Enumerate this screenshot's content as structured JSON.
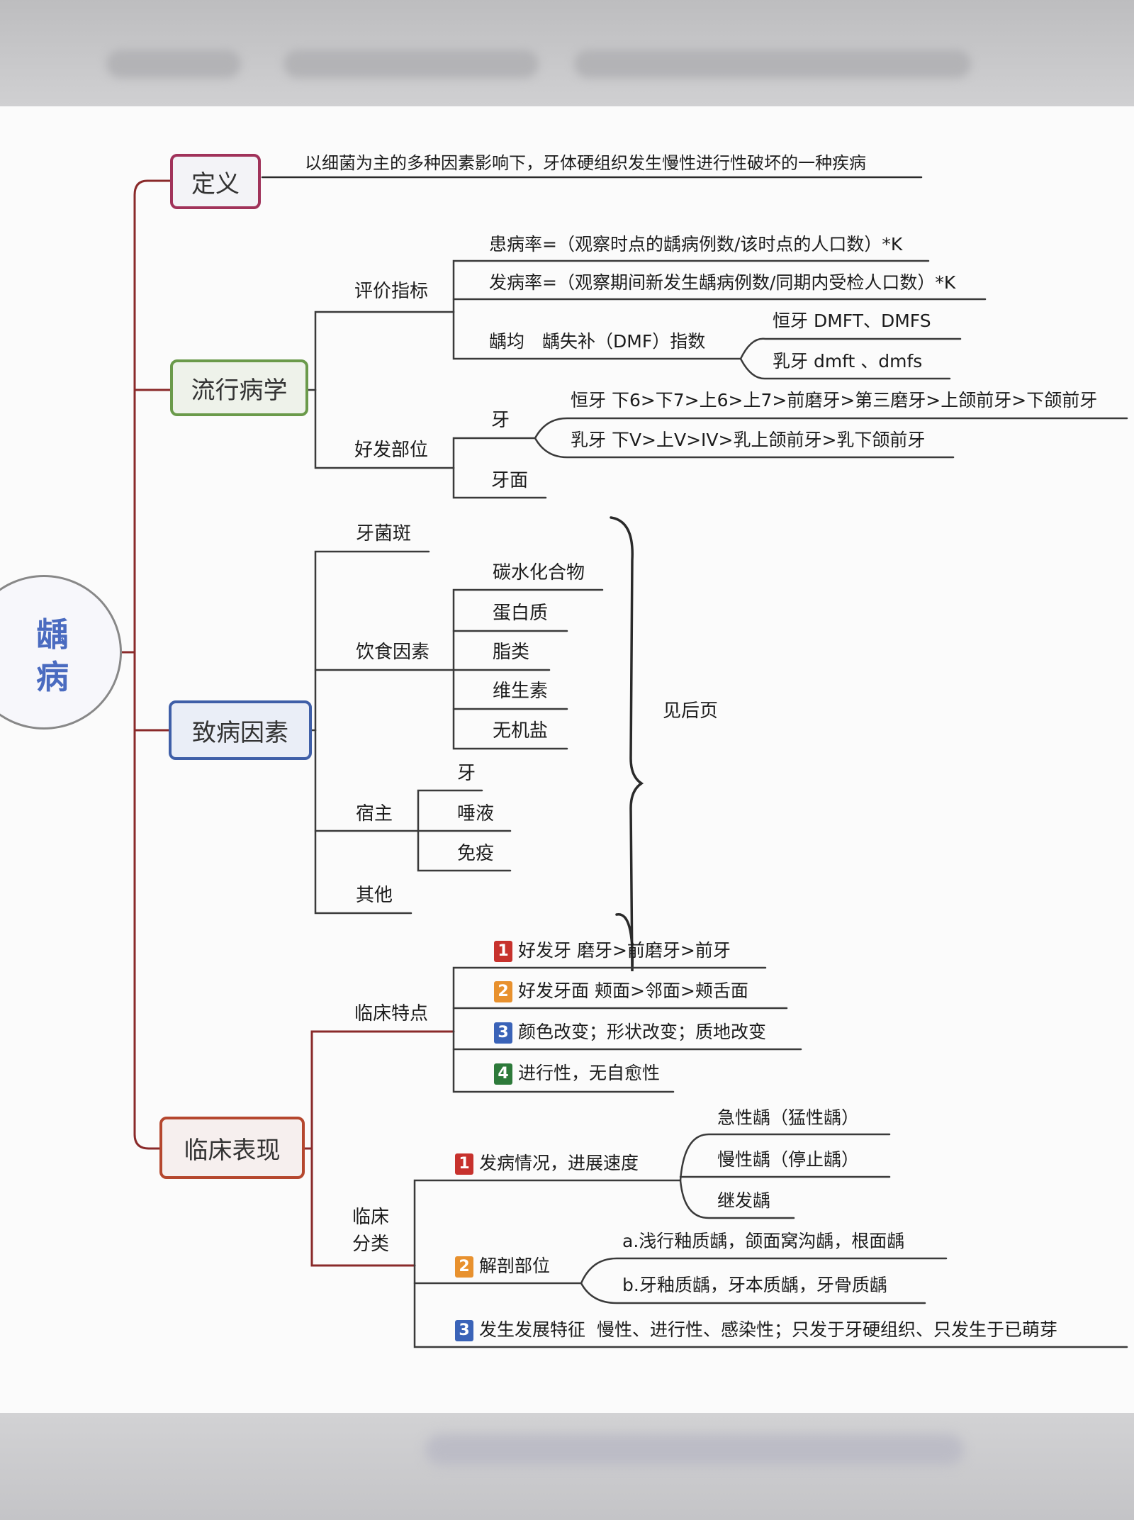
{
  "root": "龋病",
  "definition": {
    "label": "定义",
    "text": "以细菌为主的多种因素影响下，牙体硬组织发生慢性进行性破坏的一种疾病"
  },
  "epidemiology": {
    "label": "流行病学",
    "indicators": {
      "label": "评价指标",
      "prevalence": "患病率=（观察时点的龋病例数/该时点的人口数）*K",
      "incidence": "发病率=（观察期间新发生龋病例数/同期内受检人口数）*K",
      "dmf": {
        "label": "龋均　龋失补（DMF）指数",
        "permanent": "恒牙  DMFT、DMFS",
        "deciduous": "乳牙  dmft 、dmfs"
      }
    },
    "sites": {
      "label": "好发部位",
      "tooth": {
        "label": "牙",
        "permanent": "恒牙  下6>下7>上6>上7>前磨牙>第三磨牙>上颌前牙>下颌前牙",
        "deciduous": "乳牙  下V>上V>IV>乳上颌前牙>乳下颌前牙"
      },
      "surface": "牙面"
    }
  },
  "etiology": {
    "label": "致病因素",
    "plaque": "牙菌斑",
    "diet": {
      "label": "饮食因素",
      "items": [
        "碳水化合物",
        "蛋白质",
        "脂类",
        "维生素",
        "无机盐"
      ]
    },
    "host": {
      "label": "宿主",
      "items": [
        "牙",
        "唾液",
        "免疫"
      ]
    },
    "other": "其他",
    "see_next": "见后页"
  },
  "clinical": {
    "label": "临床表现",
    "features": {
      "label": "临床特点",
      "items": [
        {
          "num": "1",
          "text": "好发牙  磨牙>前磨牙>前牙"
        },
        {
          "num": "2",
          "text": "好发牙面  颊面>邻面>颊舌面"
        },
        {
          "num": "3",
          "text": "颜色改变；形状改变；质地改变"
        },
        {
          "num": "4",
          "text": "进行性，无自愈性"
        }
      ]
    },
    "classification": {
      "label": "临床\n分类",
      "speed": {
        "num": "1",
        "label": "发病情况，进展速度",
        "items": [
          "急性龋（猛性龋）",
          "慢性龋（停止龋）",
          "继发龋"
        ]
      },
      "anatomy": {
        "num": "2",
        "label": "解剖部位",
        "items": [
          "a.浅行釉质龋，颌面窝沟龋，根面龋",
          "b.牙釉质龋，牙本质龋，牙骨质龋"
        ]
      },
      "development": {
        "num": "3",
        "label": "发生发展特征",
        "text": "慢性、进行性、感染性；只发于牙硬组织、只发生于已萌芽"
      }
    }
  },
  "colors": {
    "definition_border": "#a0325a",
    "epidemiology_border": "#6a9a4a",
    "etiology_border": "#3f5fa8",
    "clinical_border": "#b5472e",
    "red_line": "#8a2a2a",
    "dark_line": "#2a2a2a"
  }
}
